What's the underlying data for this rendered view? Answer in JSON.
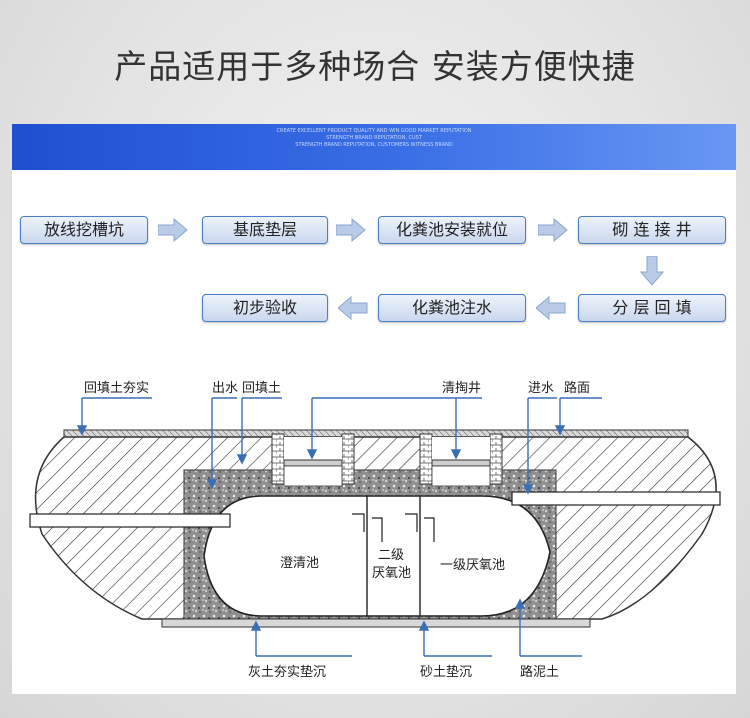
{
  "headline": "产品适用于多种场合 安装方便快捷",
  "banner": {
    "line1": "CREATE EXCELLENT PRODUCT QUALITY AND WIN GOOD MARKET REPUTATION",
    "line2": "STRENGTH BRAND REPUTATION, CUST",
    "line3": "STRENGTH BRAND REPUTATION, CUSTOMERS WITNESS BRAND"
  },
  "steps": {
    "s1": "放线挖槽坑",
    "s2": "基底垫层",
    "s3": "化粪池安装就位",
    "s4": "砌 连 接 井",
    "s5": "分 层 回 填",
    "s6": "化粪池注水",
    "s7": "初步验收"
  },
  "labels": {
    "backfill_compact": "回填土夯实",
    "outlet": "出水",
    "backfill": "回填土",
    "cleanout": "清掏井",
    "inlet": "进水",
    "road": "路面",
    "clarifier": "澄清池",
    "secondary_l1": "二级",
    "secondary_l2": "厌氧池",
    "primary": "一级厌氧池",
    "lime_cushion": "灰土夯实垫沉",
    "sand_cushion": "砂土垫沉",
    "road_mud": "路泥土"
  },
  "colors": {
    "step_border": "#4a7fc7",
    "arrow_fill": "#b9cbe6",
    "banner": "#2f5fe0",
    "label_line": "#3a6fb6"
  }
}
